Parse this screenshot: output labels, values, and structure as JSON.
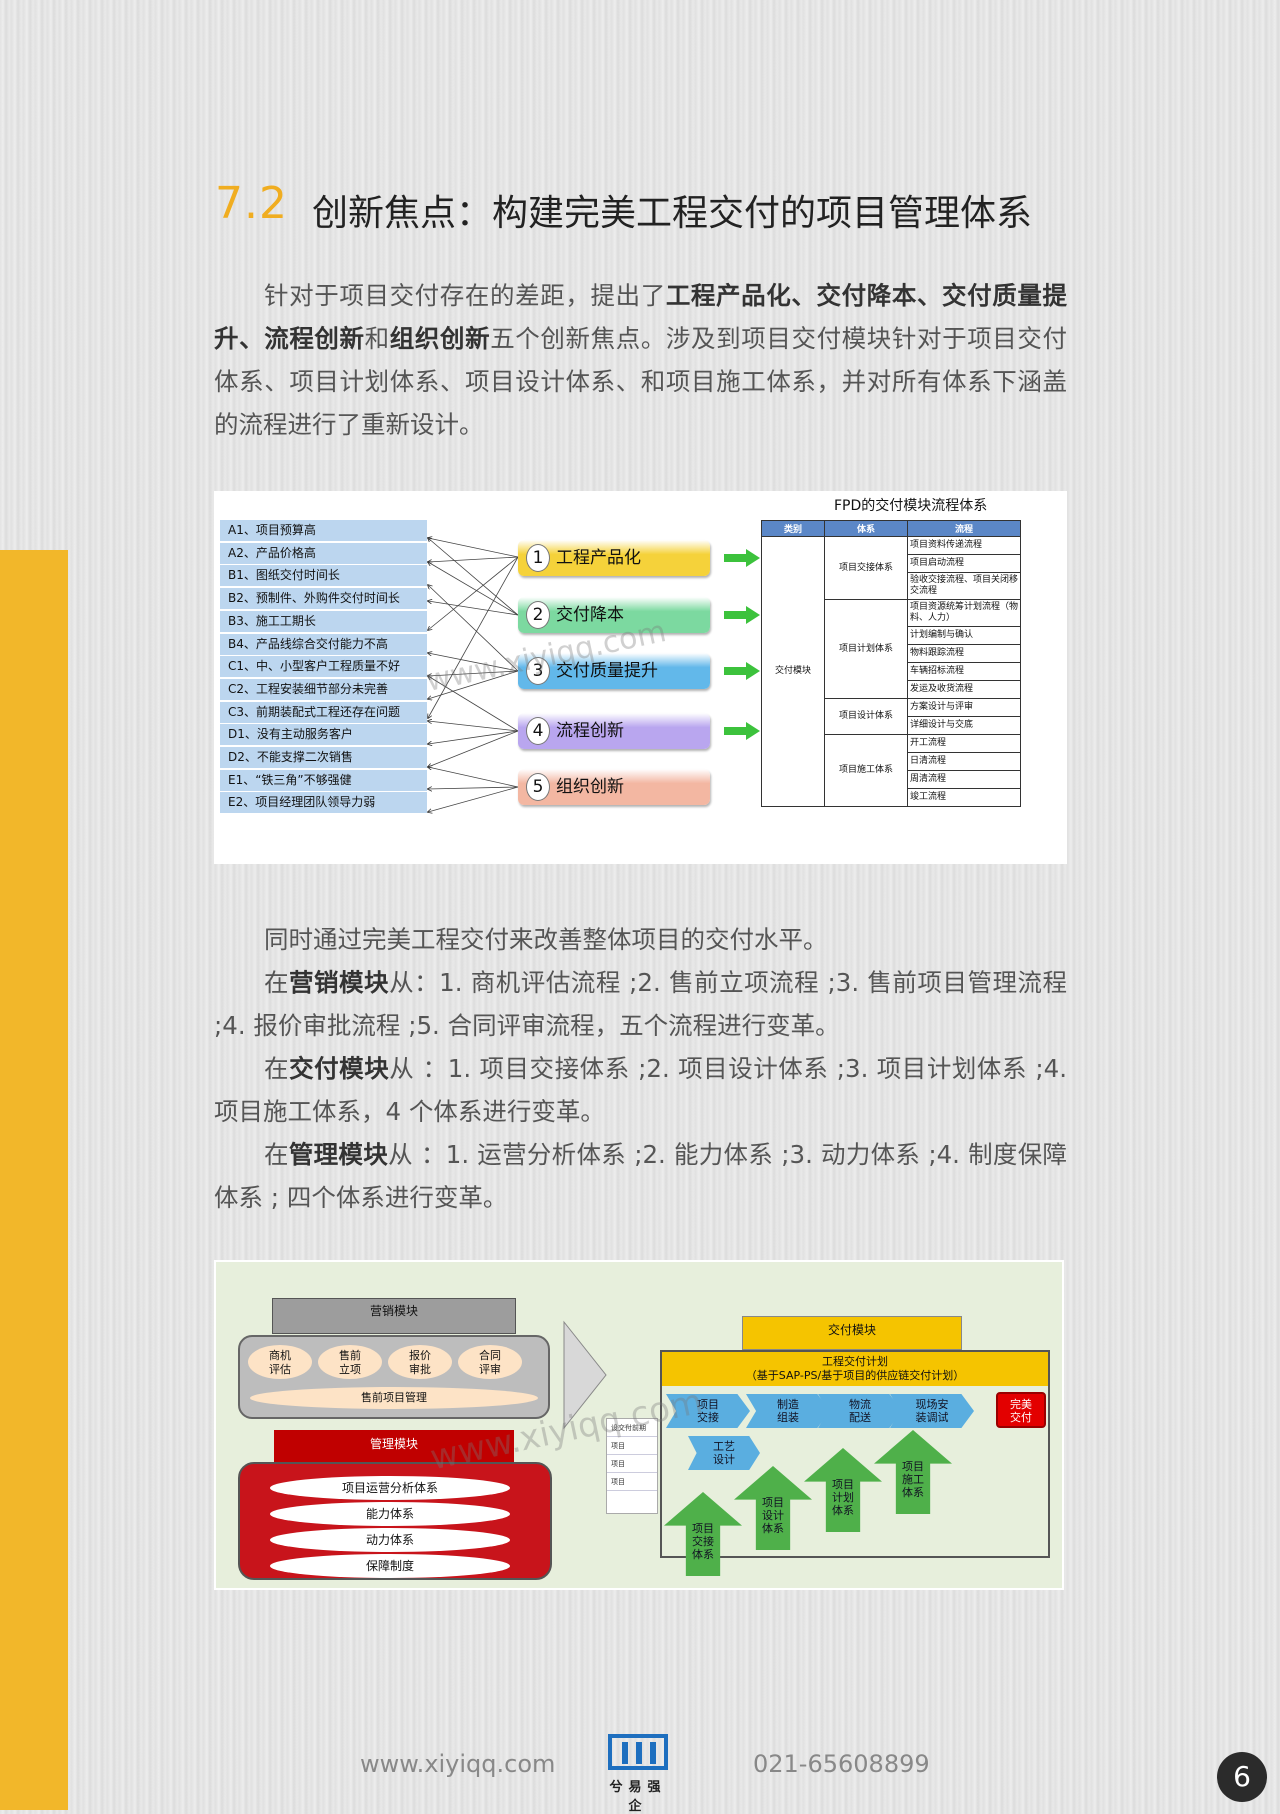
{
  "section": {
    "number": "7.2",
    "title": "创新焦点：构建完美工程交付的项目管理体系"
  },
  "intro": {
    "p1_a": "针对于项目交付存在的差距，提出了",
    "p1_b": "工程产品化、交付降本、交付质量提升、流程创新",
    "p1_c": "和",
    "p1_d": "组织创新",
    "p1_e": "五个创新焦点。涉及到项目交付模块针对于项目交付体系、项目计划体系、项目设计体系、和项目施工体系，并对所有体系下涵盖的流程进行了重新设计。"
  },
  "figure1": {
    "title": "FPD的交付模块流程体系",
    "gaps": [
      "A1、项目预算高",
      "A2、产品价格高",
      "B1、图纸交付时间长",
      "B2、预制件、外购件交付时间长",
      "B3、施工工期长",
      "B4、产品线综合交付能力不高",
      "C1、中、小型客户工程质量不好",
      "C2、工程安装细节部分未完善",
      "C3、前期装配式工程还存在问题",
      "D1、没有主动服务客户",
      "D2、不能支撑二次销售",
      "E1、“铁三角”不够强健",
      "E2、项目经理团队领导力弱"
    ],
    "focus": [
      {
        "num": "1",
        "label": "工程产品化",
        "color": "#f5d23a"
      },
      {
        "num": "2",
        "label": "交付降本",
        "color": "#7cd9a0"
      },
      {
        "num": "3",
        "label": "交付质量提升",
        "color": "#62b8ea"
      },
      {
        "num": "4",
        "label": "流程创新",
        "color": "#b9a6ef"
      },
      {
        "num": "5",
        "label": "组织创新",
        "color": "#f3b7a2"
      }
    ],
    "table_headers": [
      "类别",
      "体系",
      "流程"
    ],
    "category": "交付模块",
    "systems": [
      {
        "name": "项目交接体系",
        "flows": [
          "项目资料传递流程",
          "项目启动流程",
          "验收交接流程、项目关闭移交流程"
        ]
      },
      {
        "name": "项目计划体系",
        "flows": [
          "项目资源统筹计划流程（物料、人力）",
          "计划编制与确认",
          "物料跟踪流程",
          "车辆招标流程",
          "发运及收货流程"
        ]
      },
      {
        "name": "项目设计体系",
        "flows": [
          "方案设计与评审",
          "详细设计与交底"
        ]
      },
      {
        "name": "项目施工体系",
        "flows": [
          "开工流程",
          "日清流程",
          "周清流程",
          "竣工流程"
        ]
      }
    ]
  },
  "body": {
    "line1": "同时通过完美工程交付来改善整体项目的交付水平。",
    "mkt_pre": "在",
    "mkt_bold": "营销模块",
    "mkt_rest": "从：1. 商机评估流程 ;2. 售前立项流程 ;3. 售前项目管理流程 ;4. 报价审批流程 ;5. 合同评审流程，五个流程进行变革。",
    "dlv_pre": "在",
    "dlv_bold": "交付模块",
    "dlv_rest": "从 ：1. 项目交接体系 ;2. 项目设计体系 ;3. 项目计划体系 ;4. 项目施工体系，4 个体系进行变革。",
    "mgt_pre": "在",
    "mgt_bold": "管理模块",
    "mgt_rest": "从 ：1. 运营分析体系 ;2. 能力体系 ;3. 动力体系 ;4. 制度保障体系 ; 四个体系进行变革。"
  },
  "figure2": {
    "marketing": {
      "title": "营销模块",
      "items": [
        "商机\n评估",
        "售前\n立项",
        "报价\n审批",
        "合同\n评审"
      ],
      "base": "售前项目管理"
    },
    "management": {
      "title": "管理模块",
      "items": [
        "项目运营分析体系",
        "能力体系",
        "动力体系",
        "保障制度"
      ]
    },
    "delivery": {
      "title": "交付模块",
      "plan": "工程交付计划",
      "plan_sub": "（基于SAP-PS/基于项目的供应链交付计划）",
      "steps": [
        "项目\n交接",
        "制造\n组装",
        "物流\n配送",
        "现场安\n装调试"
      ],
      "design": "工艺\n设计",
      "final": "完美\n交付",
      "pillars": [
        "项目\n交接\n体系",
        "项目\n设计\n体系",
        "项目\n计划\n体系",
        "项目\n施工\n体系"
      ]
    },
    "mini_list": [
      "设交付前期",
      "项目",
      "项目",
      "项目"
    ]
  },
  "watermark": "www.xiyiqq.com",
  "footer": {
    "url": "www.xiyiqq.com",
    "phone": "021-65608899",
    "brand": "兮易强企",
    "page": "6"
  },
  "colors": {
    "accent": "#f2b72a",
    "table_header": "#5b87c7",
    "gap_label": "#bcd6ef"
  }
}
